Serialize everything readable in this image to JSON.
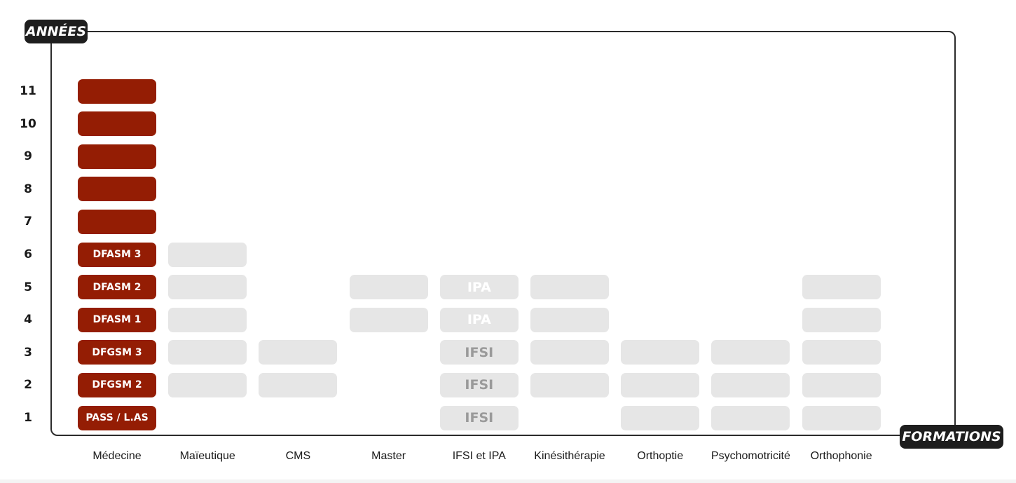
{
  "axis": {
    "y_title": "ANNÉES",
    "x_title": "FORMATIONS"
  },
  "colors": {
    "medecine": "#941d04",
    "other": "#e6e6e6",
    "medecine_text": "#ffffff",
    "other_text": "#9a9a9a",
    "other_text_light": "#ffffff",
    "frame": "#2b2b2b",
    "tag_bg": "#1e1e1e"
  },
  "chart_data": {
    "type": "table",
    "years": [
      "1",
      "2",
      "3",
      "4",
      "5",
      "6",
      "7",
      "8",
      "9",
      "10",
      "11"
    ],
    "formations": [
      {
        "name": "Médecine",
        "cells": [
          {
            "year": 1,
            "label": "PASS / L.AS"
          },
          {
            "year": 2,
            "label": "DFGSM 2"
          },
          {
            "year": 3,
            "label": "DFGSM 3"
          },
          {
            "year": 4,
            "label": "DFASM 1"
          },
          {
            "year": 5,
            "label": "DFASM 2"
          },
          {
            "year": 6,
            "label": "DFASM 3"
          },
          {
            "year": 7,
            "label": ""
          },
          {
            "year": 8,
            "label": ""
          },
          {
            "year": 9,
            "label": ""
          },
          {
            "year": 10,
            "label": ""
          },
          {
            "year": 11,
            "label": ""
          }
        ]
      },
      {
        "name": "Maïeutique",
        "cells": [
          {
            "year": 2,
            "label": ""
          },
          {
            "year": 3,
            "label": ""
          },
          {
            "year": 4,
            "label": ""
          },
          {
            "year": 5,
            "label": ""
          },
          {
            "year": 6,
            "label": ""
          }
        ]
      },
      {
        "name": "CMS",
        "cells": [
          {
            "year": 2,
            "label": ""
          },
          {
            "year": 3,
            "label": ""
          }
        ]
      },
      {
        "name": "Master",
        "cells": [
          {
            "year": 4,
            "label": ""
          },
          {
            "year": 5,
            "label": ""
          }
        ]
      },
      {
        "name": "IFSI et IPA",
        "cells": [
          {
            "year": 1,
            "label": "IFSI"
          },
          {
            "year": 2,
            "label": "IFSI"
          },
          {
            "year": 3,
            "label": "IFSI"
          },
          {
            "year": 4,
            "label": "IPA",
            "light": true
          },
          {
            "year": 5,
            "label": "IPA",
            "light": true
          }
        ]
      },
      {
        "name": "Kinésithérapie",
        "cells": [
          {
            "year": 2,
            "label": ""
          },
          {
            "year": 3,
            "label": ""
          },
          {
            "year": 4,
            "label": ""
          },
          {
            "year": 5,
            "label": ""
          }
        ]
      },
      {
        "name": "Orthoptie",
        "cells": [
          {
            "year": 1,
            "label": ""
          },
          {
            "year": 2,
            "label": ""
          },
          {
            "year": 3,
            "label": ""
          }
        ]
      },
      {
        "name": "Psychomotricité",
        "cells": [
          {
            "year": 1,
            "label": ""
          },
          {
            "year": 2,
            "label": ""
          },
          {
            "year": 3,
            "label": ""
          }
        ]
      },
      {
        "name": "Orthophonie",
        "cells": [
          {
            "year": 1,
            "label": ""
          },
          {
            "year": 2,
            "label": ""
          },
          {
            "year": 3,
            "label": ""
          },
          {
            "year": 4,
            "label": ""
          },
          {
            "year": 5,
            "label": ""
          }
        ]
      }
    ]
  }
}
